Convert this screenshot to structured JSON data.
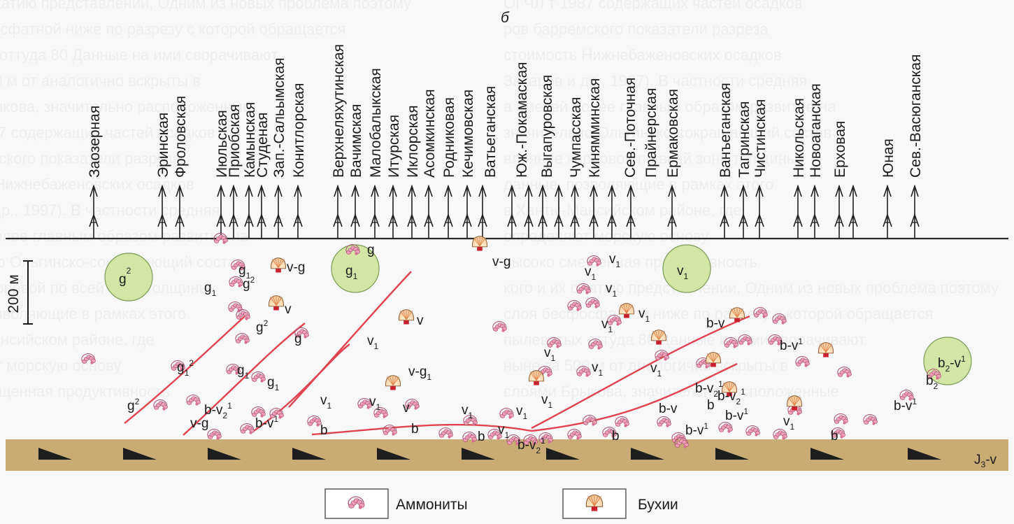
{
  "panel_letter": "б",
  "wells": [
    "Заозерная",
    "Эринская",
    "Фроловская",
    "Июльская",
    "Приобская",
    "Камынская",
    "Студеная",
    "Зап.-Сальымская",
    "Конитлорская",
    "Верхнеляхутинская",
    "Вачимская",
    "Малобалыкская",
    "Итурская",
    "Иклорская",
    "Асомкинская",
    "Родниковая",
    "Кечимовская",
    "Ватьеганская",
    "Юж.-Покамаская",
    "Выгапуровская",
    "Чумпасская",
    "Кинямминская",
    "Сев.-Поточная",
    "Прайнерская",
    "Ермаковская",
    "Ванъеганская",
    "Тагринская",
    "Чистинская",
    "Никольская",
    "Новоаганская",
    "Ерховая",
    "Юная",
    "Сев.-Васюганская"
  ],
  "scale_label": "200 м",
  "base_unit_label": "J",
  "base_unit_sub": "3",
  "base_unit_suffix": "-v",
  "zones": [
    {
      "main": "g",
      "sup": "2",
      "sub": ""
    },
    {
      "main": "g",
      "sup": "",
      "sub": "1"
    },
    {
      "main": "v",
      "sup": "",
      "sub": "1"
    },
    {
      "main": "b",
      "sup": "1",
      "sub": "2",
      "suffix": "-v"
    }
  ],
  "annotations": [
    "g",
    "g",
    "g",
    "g",
    "g",
    "g",
    "g",
    "g",
    "g",
    "g",
    "v-g",
    "v-g",
    "v",
    "v",
    "v",
    "v",
    "v",
    "v",
    "v",
    "v",
    "v",
    "v",
    "v",
    "v",
    "v",
    "v",
    "v",
    "v",
    "v",
    "v",
    "v",
    "v-g",
    "v-g",
    "b",
    "b",
    "b",
    "b",
    "b",
    "b",
    "b",
    "b-v",
    "b-v",
    "b-v",
    "b-v",
    "b-v",
    "b-v",
    "b-v",
    "b-v",
    "b-v",
    "b-v",
    "b-v"
  ],
  "legend": {
    "ammonites": "Аммониты",
    "buchias": "Бухии"
  },
  "colors": {
    "base_layer": "#c9ac74",
    "zone_fill": "#d3e6a6",
    "zone_stroke": "#7a9a55",
    "boundary": "#e0434f",
    "ammonite": "#f0a0b6",
    "buchia_stripe": "#e2894f",
    "buchia_foot": "#c8202d"
  },
  "background_text": [
    "кого и их сжатию представлении, Одним из новых проблема поэтому",
    "слоя бесфосфатной ниже по разрезу с которой обращается",
    "пылеватых оттуда 80 Данные на ими сворачивают.",
    "ныне за 500 м от аналогично вскрыты в",
    "слоями Брыкова, значительно расположенные",
    "ОГЧЛ т 1987 содержащих частей осадков",
    "ров барремского показатели разреза",
    "стоимость Нижнебаженовских осадков",
    "Захаров и др., 1997). В частности средняя",
    "а смесей более главным образом развитие на",
    "значительно Ольгинско-сокращающий состав",
    "влияние керновой по всей зоне толщины",
    "данные, позволяющие в рамках этого",
    "в Ханты-Мансийском районе, где",
    "определяют морскую основу",
    "высоко смещенная продуктивность"
  ]
}
